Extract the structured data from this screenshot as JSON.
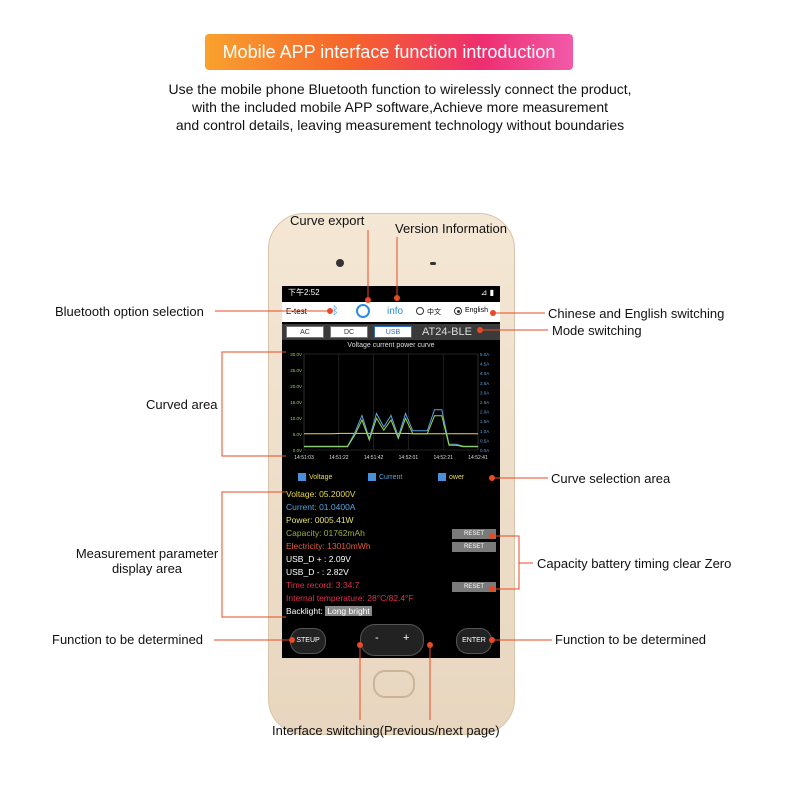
{
  "header": {
    "banner": "Mobile APP interface function introduction",
    "intro_lines": [
      "Use the mobile phone Bluetooth function to wirelessly connect the product,",
      "with the included mobile APP software,Achieve more measurement",
      "and control details, leaving measurement technology without boundaries"
    ]
  },
  "annotations": {
    "curve_export": "Curve export",
    "version_information": "Version Information",
    "bluetooth_option": "Bluetooth option selection",
    "chinese_english": "Chinese and English switching",
    "mode_switching": "Mode switching",
    "curved_area": "Curved area",
    "curve_selection": "Curve selection area",
    "measurement_line1": "Measurement parameter",
    "measurement_line2": "display area",
    "capacity_clear": "Capacity battery timing clear Zero",
    "function_left": "Function to be determined",
    "function_right": "Function to be determined",
    "interface_switching": "Interface switching(Previous/next page)"
  },
  "app": {
    "status_time": "下午2:52",
    "status_right": "⊿ ▮",
    "title": "E-test",
    "info": "info",
    "lang_zh": "中文",
    "lang_en": "English",
    "modes": [
      "AC",
      "DC",
      "USB"
    ],
    "selected_mode": "USB",
    "device": "AT24-BLE",
    "chart_title": "Voltage current power curve",
    "checks": {
      "voltage": "Voltage",
      "current": "Current",
      "power": "ower"
    },
    "params": {
      "voltage": "Voltage: 05.2000V",
      "current": "Current: 01.0400A",
      "power": "Power: 0005.41W",
      "capacity": "Capacity: 01762mAh",
      "electricity": "Electricity: 13010mWh",
      "usb_dp": "USB_D + : 2.09V",
      "usb_dm": "USB_D - : 2.82V",
      "time_record": "Time record: 3:34:7",
      "internal_temp": "Internal temperature: 28°C/82.4°F",
      "backlight_label": "Backlight:",
      "backlight_value": "Long bright"
    },
    "reset_label": "RESET",
    "buttons": {
      "setup": "STEUP",
      "minus": "-",
      "plus": "+",
      "enter": "ENTER"
    }
  },
  "chart_data": {
    "type": "line",
    "title": "Voltage current power curve",
    "x": [
      "14:51:03",
      "14:51:22",
      "14:51:42",
      "14:52:01",
      "14:52:21",
      "14:52:41"
    ],
    "y_left_ticks": [
      "0.0V",
      "5.0V",
      "10.0V",
      "15.0V",
      "20.0V",
      "25.0V",
      "30.0V"
    ],
    "y_right_ticks": [
      "0.0A",
      "0.5A",
      "1.0A",
      "1.5A",
      "2.0A",
      "2.5A",
      "3.0A",
      "3.5A",
      "4.0A",
      "4.5A",
      "5.0A"
    ],
    "ylim_left": [
      0,
      30
    ],
    "ylim_right": [
      0,
      5
    ],
    "series": [
      {
        "name": "Voltage",
        "color": "#e6d84a",
        "values": [
          5.1,
          5.1,
          5.1,
          5.1,
          5.1,
          5.2,
          5.2,
          5.2,
          5.2,
          5.2,
          5.2,
          5.2,
          5.2,
          5.2,
          5.2,
          5.1,
          5.1,
          5.1,
          5.1,
          5.1,
          5.1,
          5.1,
          5.1,
          5.1,
          5.1
        ]
      },
      {
        "name": "Current",
        "color": "#5aa3e0",
        "values": [
          0.2,
          0.2,
          0.2,
          0.2,
          0.2,
          0.2,
          0.2,
          0.9,
          1.8,
          0.6,
          1.9,
          1.2,
          1.8,
          0.7,
          1.9,
          1.0,
          1.0,
          1.0,
          2.1,
          2.1,
          0.3,
          0.3,
          0.2,
          0.2,
          0.2
        ]
      },
      {
        "name": "Power",
        "color": "#9ad84a",
        "values": [
          1.0,
          1.0,
          1.0,
          1.0,
          1.0,
          1.0,
          1.0,
          4.7,
          9.4,
          3.1,
          9.9,
          6.2,
          9.4,
          3.6,
          9.9,
          5.1,
          5.1,
          5.1,
          10.7,
          10.7,
          1.5,
          1.5,
          1.0,
          1.0,
          1.0
        ]
      }
    ]
  },
  "colors": {
    "voltage": "#e6d84a",
    "current": "#5aa3e0",
    "power": "#e8e070",
    "capacity": "#a0b040",
    "electricity": "#e55b3a",
    "usb": "#ffffff",
    "time_record": "#e0304f",
    "temperature": "#e0304f",
    "backlight": "#ffffff",
    "pointer": "#e84a25"
  }
}
